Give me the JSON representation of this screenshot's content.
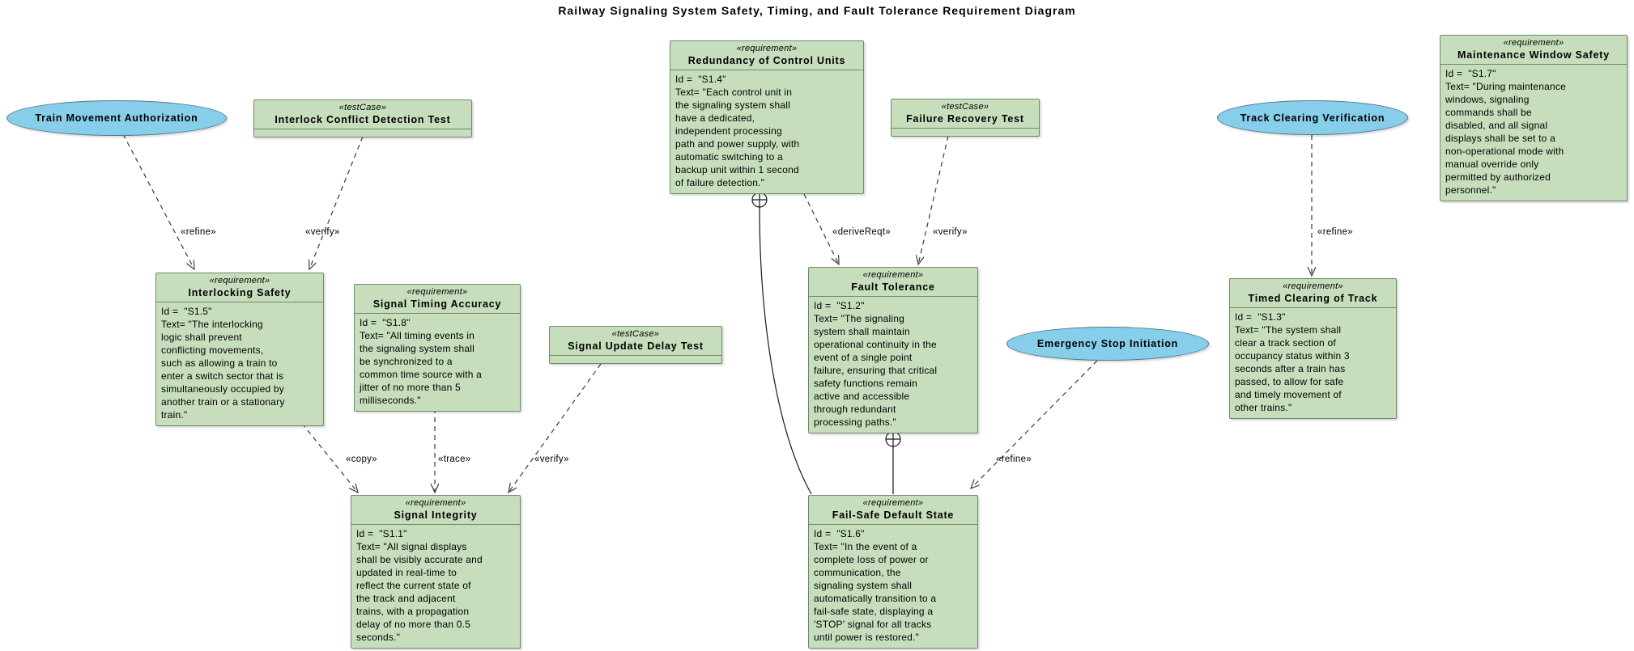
{
  "title": "Railway Signaling System Safety, Timing, and Fault Tolerance Requirement Diagram",
  "colors": {
    "requirement_fill": "#c7debd",
    "requirement_border": "#6e8b69",
    "usecase_fill": "#87ceeb",
    "usecase_border": "#54788a",
    "edge_line": "#3a3a3a"
  },
  "actors": {
    "train_movement": {
      "label": "Train Movement Authorization"
    },
    "track_clearing": {
      "label": "Track Clearing Verification"
    },
    "emergency_stop": {
      "label": "Emergency Stop Initiation"
    }
  },
  "test_cases": {
    "interlock_conflict": {
      "stereotype": "«testCase»",
      "name": "Interlock Conflict Detection Test"
    },
    "failure_recovery": {
      "stereotype": "«testCase»",
      "name": "Failure Recovery Test"
    },
    "signal_update_delay": {
      "stereotype": "«testCase»",
      "name": "Signal Update Delay Test"
    }
  },
  "requirements": {
    "redundancy_of_control_units": {
      "stereotype": "«requirement»",
      "name": "Redundancy of Control Units",
      "body": "Id =  \"S1.4\"\nText= \"Each control unit in\nthe signaling system shall\nhave a dedicated,\nindependent processing\npath and power supply, with\nautomatic switching to a\nbackup unit within 1 second\nof failure detection.\""
    },
    "maintenance_window_safety": {
      "stereotype": "«requirement»",
      "name": "Maintenance Window Safety",
      "body": "Id =  \"S1.7\"\nText= \"During maintenance\nwindows, signaling\ncommands shall be\ndisabled, and all signal\ndisplays shall be set to a\nnon-operational mode with\nmanual override only\npermitted by authorized\npersonnel.\""
    },
    "interlocking_safety": {
      "stereotype": "«requirement»",
      "name": "Interlocking Safety",
      "body": "Id =  \"S1.5\"\nText= \"The interlocking\nlogic shall prevent\nconflicting movements,\nsuch as allowing a train to\nenter a switch sector that is\nsimultaneously occupied by\nanother train or a stationary\ntrain.\""
    },
    "signal_timing_accuracy": {
      "stereotype": "«requirement»",
      "name": "Signal Timing Accuracy",
      "body": "Id =  \"S1.8\"\nText= \"All timing events in\nthe signaling system shall\nbe synchronized to a\ncommon time source with a\njitter of no more than 5\nmilliseconds.\""
    },
    "fault_tolerance": {
      "stereotype": "«requirement»",
      "name": "Fault Tolerance",
      "body": "Id =  \"S1.2\"\nText= \"The signaling\nsystem shall maintain\noperational continuity in the\nevent of a single point\nfailure, ensuring that critical\nsafety functions remain\nactive and accessible\nthrough redundant\nprocessing paths.\""
    },
    "timed_clearing_of_track": {
      "stereotype": "«requirement»",
      "name": "Timed Clearing of Track",
      "body": "Id =  \"S1.3\"\nText= \"The system shall\nclear a track section of\noccupancy status within 3\nseconds after a train has\npassed, to allow for safe\nand timely movement of\nother trains.\""
    },
    "signal_integrity": {
      "stereotype": "«requirement»",
      "name": "Signal Integrity",
      "body": "Id =  \"S1.1\"\nText= \"All signal displays\nshall be visibly accurate and\nupdated in real-time to\nreflect the current state of\nthe track and adjacent\ntrains, with a propagation\ndelay of no more than 0.5\nseconds.\""
    },
    "fail_safe_default_state": {
      "stereotype": "«requirement»",
      "name": "Fail-Safe Default State",
      "body": "Id =  \"S1.6\"\nText= \"In the event of a\ncomplete loss of power or\ncommunication, the\nsignaling system shall\nautomatically transition to a\nfail-safe state, displaying a\n'STOP' signal for all tracks\nuntil power is restored.\""
    }
  },
  "edge_labels": {
    "refine_train_movement": "«refine»",
    "verify_interlock_test": "«verify»",
    "copy_interlocking": "«copy»",
    "trace_timing": "«trace»",
    "verify_delay_test": "«verify»",
    "derive_reqt": "«deriveReqt»",
    "verify_failure_recovery": "«verify»",
    "refine_emergency_stop": "«refine»",
    "refine_track_clearing": "«refine»"
  }
}
